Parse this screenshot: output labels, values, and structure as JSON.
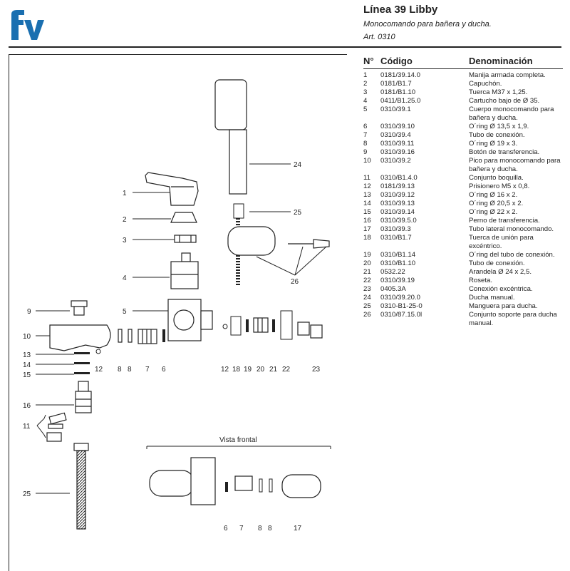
{
  "brand": {
    "logo_text": "fv",
    "color": "#1a6fb0"
  },
  "header": {
    "title": "Línea 39 Libby",
    "subtitle": "Monocomando para bañera y ducha.",
    "article": "Art. 0310"
  },
  "legend": {
    "col_no": "N°",
    "col_code": "Código",
    "col_desc": "Denominación",
    "rows": [
      {
        "n": "1",
        "code": "0181/39.14.0",
        "desc": "Manija armada completa."
      },
      {
        "n": "2",
        "code": "0181/B1.7",
        "desc": "Capuchón."
      },
      {
        "n": "3",
        "code": "0181/B1.10",
        "desc": "Tuerca M37 x 1,25."
      },
      {
        "n": "4",
        "code": "0411/B1.25.0",
        "desc": "Cartucho bajo de Ø 35."
      },
      {
        "n": "5",
        "code": "0310/39.1",
        "desc": "Cuerpo monocomando para bañera y ducha."
      },
      {
        "n": "6",
        "code": "0310/39.10",
        "desc": "O´ring Ø 13,5 x 1,9."
      },
      {
        "n": "7",
        "code": "0310/39.4",
        "desc": "Tubo de conexión."
      },
      {
        "n": "8",
        "code": "0310/39.11",
        "desc": "O´ring Ø 19 x 3."
      },
      {
        "n": "9",
        "code": "0310/39.16",
        "desc": "Botón de transferencia."
      },
      {
        "n": "10",
        "code": "0310/39.2",
        "desc": "Pico para monocomando para bañera y ducha."
      },
      {
        "n": "11",
        "code": "0310/B1.4.0",
        "desc": "Conjunto boquilla."
      },
      {
        "n": "12",
        "code": "0181/39.13",
        "desc": "Prisionero M5 x 0,8."
      },
      {
        "n": "13",
        "code": "0310/39.12",
        "desc": "O´ring Ø 16 x 2."
      },
      {
        "n": "14",
        "code": "0310/39.13",
        "desc": "O´ring Ø 20,5 x 2."
      },
      {
        "n": "15",
        "code": "0310/39.14",
        "desc": "O´ring Ø 22 x 2."
      },
      {
        "n": "16",
        "code": "0310/39.5.0",
        "desc": "Perno de transferencia."
      },
      {
        "n": "17",
        "code": "0310/39.3",
        "desc": "Tubo lateral monocomando."
      },
      {
        "n": "18",
        "code": "0310/B1.7",
        "desc": "Tuerca de unión para excéntrico."
      },
      {
        "n": "19",
        "code": "0310/B1.14",
        "desc": "O´ring del tubo de conexión."
      },
      {
        "n": "20",
        "code": "0310/B1.10",
        "desc": "Tubo de conexión."
      },
      {
        "n": "21",
        "code": "0532.22",
        "desc": "Arandela Ø 24 x 2,5."
      },
      {
        "n": "22",
        "code": "0310/39.19",
        "desc": "Roseta."
      },
      {
        "n": "23",
        "code": "0405.3A",
        "desc": "Conexión excéntrica."
      },
      {
        "n": "24",
        "code": "0310/39.20.0",
        "desc": "Ducha manual."
      },
      {
        "n": "25",
        "code": "0310-B1-25-0",
        "desc": "Manguera para ducha."
      },
      {
        "n": "26",
        "code": "0310/87.15.0l",
        "desc": "Conjunto soporte para ducha manual."
      }
    ]
  },
  "diagram": {
    "front_view_label": "Vista frontal",
    "callouts": {
      "c1": "1",
      "c2": "2",
      "c3": "3",
      "c4": "4",
      "c5": "5",
      "c9": "9",
      "c10": "10",
      "c13": "13",
      "c14": "14",
      "c15": "15",
      "c16": "16",
      "c11": "11",
      "c25a": "25",
      "c24": "24",
      "c25b": "25",
      "c26": "26",
      "b12": "12",
      "b8a": "8",
      "b8b": "8",
      "b7": "7",
      "b6": "6",
      "b12r": "12",
      "b18": "18",
      "b19": "19",
      "b20": "20",
      "b21": "21",
      "b22": "22",
      "b23": "23",
      "f6": "6",
      "f7": "7",
      "f8a": "8",
      "f8b": "8",
      "f17": "17"
    }
  }
}
